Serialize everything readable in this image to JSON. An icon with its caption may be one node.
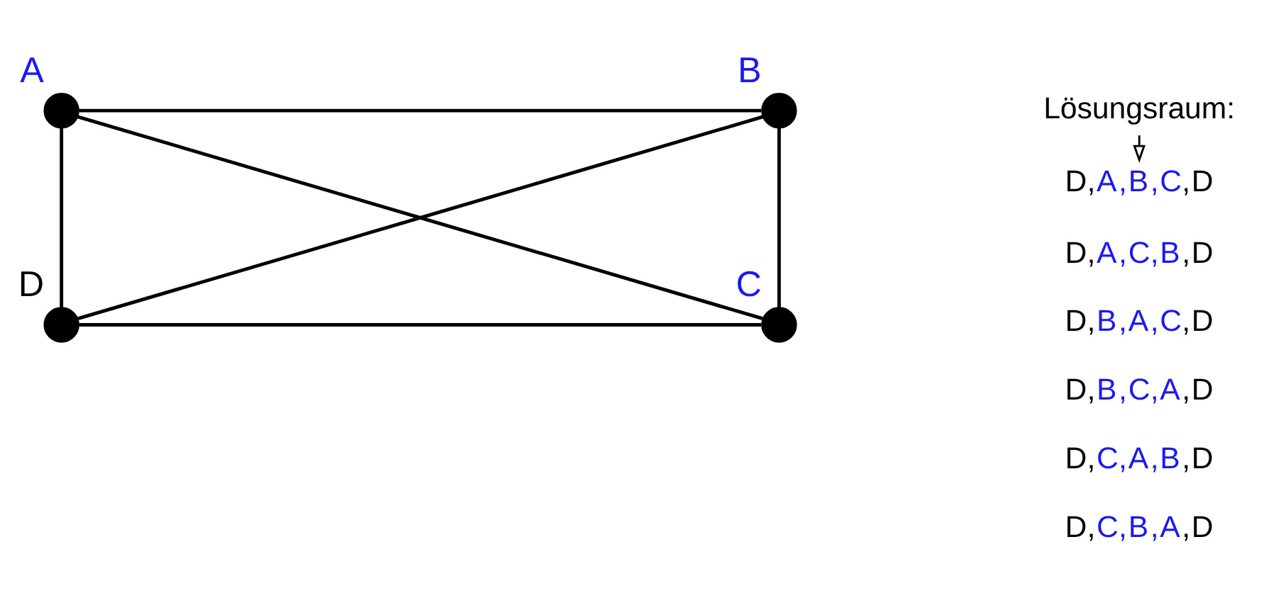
{
  "diagram": {
    "nodes": [
      {
        "text": [],
        "shape": "circle",
        "beside": [
          "A"
        ]
      },
      {
        "text": [],
        "shape": "circle",
        "beside": [
          "B"
        ]
      },
      {
        "text": [],
        "shape": "circle",
        "beside": [
          "D"
        ]
      },
      {
        "text": [],
        "shape": "circle",
        "beside": [
          "C"
        ]
      },
      {
        "text": [
          "Lösungsraum:"
        ]
      },
      {
        "text": [
          "D,A,B,C,D"
        ]
      }
    ],
    "edges": [
      {
        "from": 0,
        "to": 1,
        "arrow": "none"
      },
      {
        "from": 0,
        "to": 3,
        "arrow": "none"
      },
      {
        "from": 0,
        "to": 2,
        "arrow": "none"
      },
      {
        "from": 1,
        "to": 2,
        "arrow": "none"
      },
      {
        "from": 1,
        "to": 3,
        "arrow": "none"
      },
      {
        "from": 2,
        "to": 3,
        "arrow": "none"
      },
      {
        "from": 4,
        "to": 5,
        "arrow": "to"
      }
    ],
    "labels": [
      "D,A,C,B,D",
      "D,B,A,C,D",
      "D,B,C,A,D",
      "D,C,A,B,D",
      "D,C,B,A,D"
    ]
  }
}
